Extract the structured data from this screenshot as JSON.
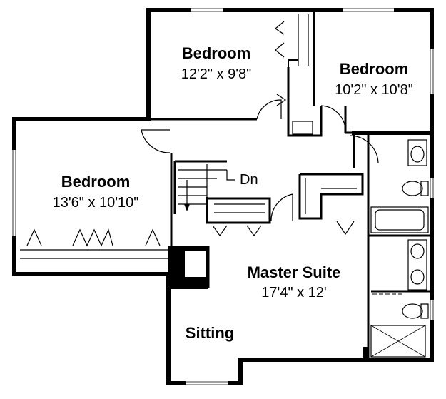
{
  "rooms": {
    "bedroom_top_center": {
      "name": "Bedroom",
      "dims": "12'2\" x 9'8\""
    },
    "bedroom_top_right": {
      "name": "Bedroom",
      "dims": "10'2\" x 10'8\""
    },
    "bedroom_left": {
      "name": "Bedroom",
      "dims": "13'6\" x 10'10\""
    },
    "master_suite": {
      "name": "Master Suite",
      "dims": "17'4\" x 12'"
    },
    "sitting": {
      "name": "Sitting"
    }
  },
  "stairs": {
    "label": "Dn"
  }
}
